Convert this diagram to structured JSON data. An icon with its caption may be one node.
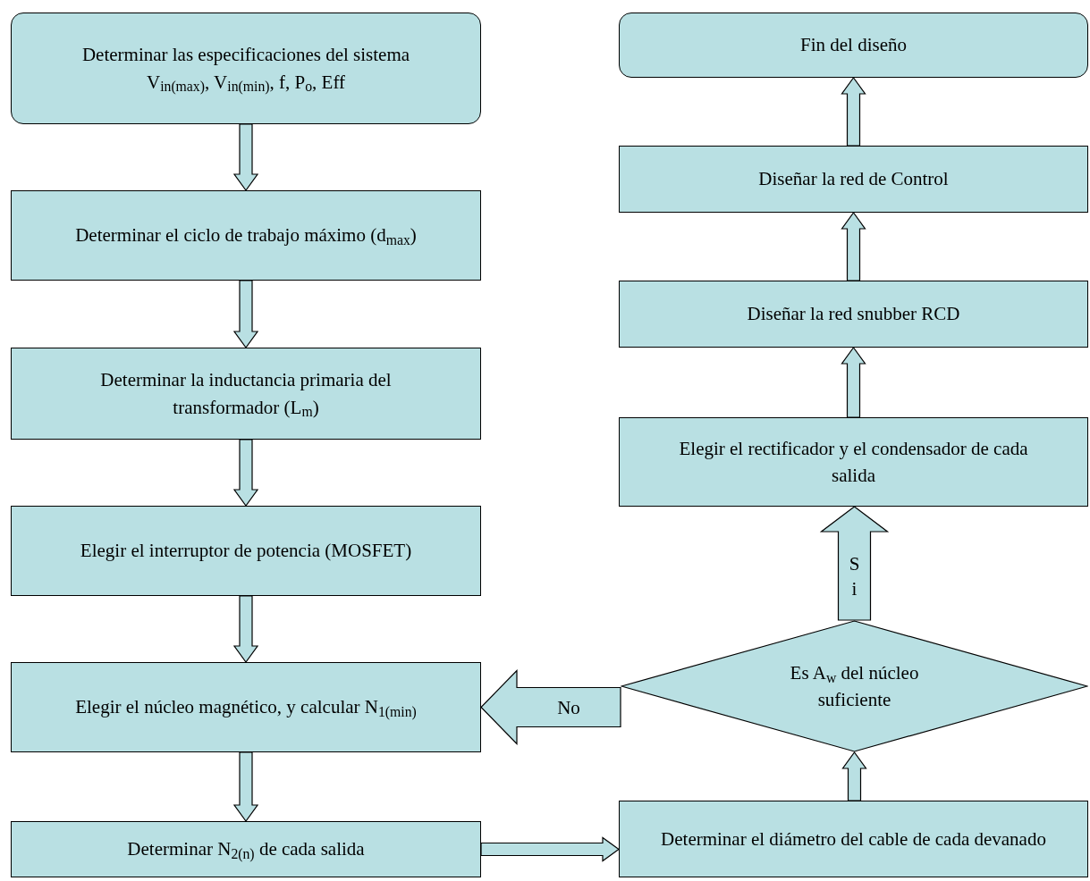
{
  "diagram": {
    "nodes": [
      {
        "text": [
          "Determinar las especificaciones del sistema",
          "V$_{in(max)}$, V$_{in(min)}$, f, P$_{o}$, Eff"
        ]
      },
      {
        "text": [
          "Determinar el ciclo de trabajo máximo (d$_{max}$)"
        ]
      },
      {
        "text": [
          "Determinar la inductancia primaria del transformador (L$_{m}$)"
        ]
      },
      {
        "text": [
          "Elegir el interruptor de potencia (MOSFET)"
        ]
      },
      {
        "text": [
          "Elegir el núcleo magnético, y calcular N$_{1(min)}$"
        ]
      },
      {
        "text": [
          "Determinar N$_{2(n)}$ de cada salida"
        ]
      },
      {
        "text": [
          "Determinar el diámetro del cable de cada devanado"
        ]
      },
      {
        "text": [
          "Es A$_{w}$ del núcleo suficiente"
        ]
      },
      {
        "text": [
          "Elegir el rectificador y el condensador de cada salida"
        ]
      },
      {
        "text": [
          "Diseñar la red snubber RCD"
        ]
      },
      {
        "text": [
          "Diseñar la red de Control"
        ]
      },
      {
        "text": [
          "Fin del diseño"
        ]
      }
    ],
    "edges": [
      {
        "from": 0,
        "to": 1,
        "arrow": "to"
      },
      {
        "from": 1,
        "to": 2,
        "arrow": "to"
      },
      {
        "from": 2,
        "to": 3,
        "arrow": "to"
      },
      {
        "from": 3,
        "to": 4,
        "arrow": "to"
      },
      {
        "from": 4,
        "to": 5,
        "arrow": "to"
      },
      {
        "from": 5,
        "to": 6,
        "arrow": "to"
      },
      {
        "from": 6,
        "to": 7,
        "arrow": "to"
      },
      {
        "from": 7,
        "to": 8,
        "arrow": "to",
        "label": "Si"
      },
      {
        "from": 7,
        "to": 4,
        "arrow": "to",
        "label": "No"
      },
      {
        "from": 8,
        "to": 9,
        "arrow": "to"
      },
      {
        "from": 9,
        "to": 10,
        "arrow": "to"
      },
      {
        "from": 10,
        "to": 11,
        "arrow": "to"
      }
    ]
  }
}
